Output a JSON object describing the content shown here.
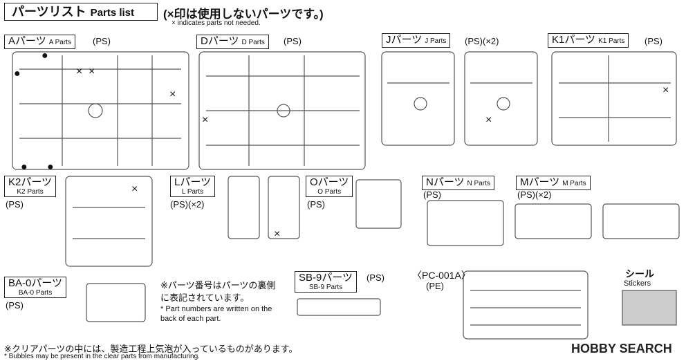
{
  "header": {
    "title_jp": "パーツリスト",
    "title_en": "Parts list",
    "note_jp": "(×印は使用しないパーツです。)",
    "note_en": "× indicates parts not needed."
  },
  "runners": [
    {
      "jp": "Aパーツ",
      "en": "A Parts",
      "mat": "(PS)"
    },
    {
      "jp": "Dパーツ",
      "en": "D Parts",
      "mat": "(PS)"
    },
    {
      "jp": "Jパーツ",
      "en": "J Parts",
      "mat": "(PS)(×2)"
    },
    {
      "jp": "K1パーツ",
      "en": "K1 Parts",
      "mat": "(PS)"
    },
    {
      "jp": "K2パーツ",
      "en": "K2 Parts",
      "mat": "(PS)"
    },
    {
      "jp": "Lパーツ",
      "en": "L Parts",
      "mat": "(PS)(×2)"
    },
    {
      "jp": "Oパーツ",
      "en": "O Parts",
      "mat": "(PS)"
    },
    {
      "jp": "Nパーツ",
      "en": "N Parts",
      "mat": "(PS)"
    },
    {
      "jp": "Mパーツ",
      "en": "M Parts",
      "mat": "(PS)(×2)"
    },
    {
      "jp": "BA-0パーツ",
      "en": "BA-0 Parts",
      "mat": "(PS)"
    },
    {
      "jp": "SB-9パーツ",
      "en": "SB-9 Parts",
      "mat": "(PS)"
    },
    {
      "jp": "〈PC-001A〉",
      "en": "",
      "mat": "(PE)"
    }
  ],
  "stickers": {
    "jp": "シール",
    "en": "Stickers"
  },
  "notes": {
    "part_no_jp": "※パーツ番号はパーツの裏側に表記されています。",
    "part_no_en": "* Part numbers are written on the back of each part.",
    "clear_jp": "※クリアパーツの中には、製造工程上気泡が入っているものがあります。",
    "clear_en": "* Bubbles may be present in the clear parts from manufacturing."
  },
  "watermark": "HOBBY SEARCH",
  "marks": {
    "number": "●",
    "unused": "×"
  }
}
